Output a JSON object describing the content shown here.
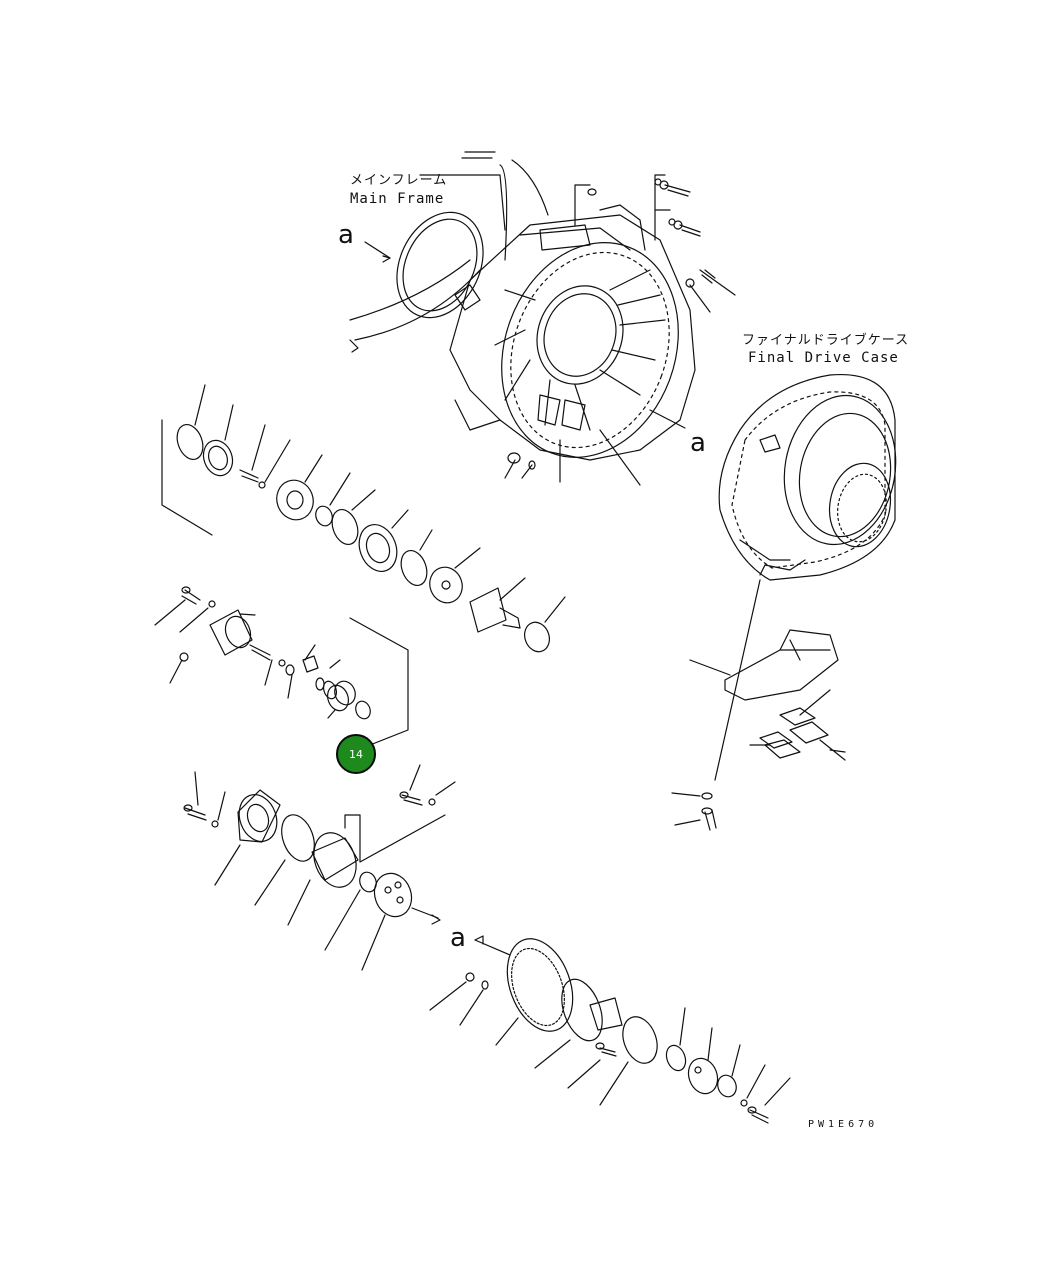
{
  "labels": {
    "main_frame_jp": "メインフレーム",
    "main_frame_en": "Main Frame",
    "final_drive_jp": "ファイナルドライブケース",
    "final_drive_en": "Final Drive Case",
    "ref_a": "a",
    "drawing_code": "PW1E670"
  },
  "callout": {
    "number": "14",
    "color": "#1e8a1e"
  }
}
